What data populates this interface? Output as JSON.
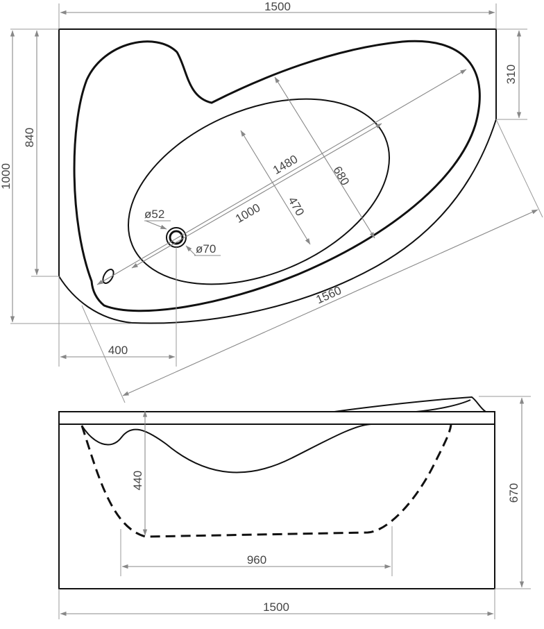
{
  "top_view": {
    "width_label": "1500",
    "height_total_label": "1000",
    "height_side_label": "840",
    "corner_cut_label": "310",
    "drain_offset_label": "400",
    "diagonal_length_label": "1560",
    "bowl_length_label": "1480",
    "bowl_width_label": "680",
    "bottom_length_label": "1000",
    "bottom_width_label": "470",
    "drain_diameter_label": "ø52",
    "overflow_diameter_label": "ø70"
  },
  "side_view": {
    "width_label": "1500",
    "height_label": "670",
    "depth_label": "440",
    "bottom_length_label": "960"
  }
}
